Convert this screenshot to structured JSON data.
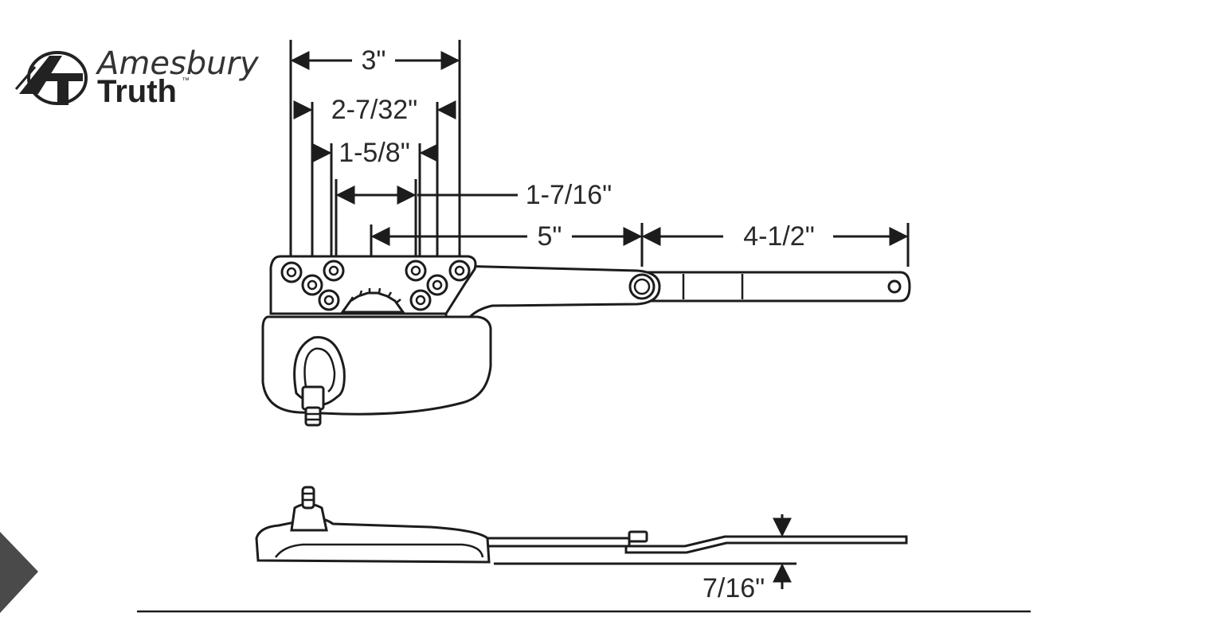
{
  "brand": {
    "line1": "Amesbury",
    "line2": "Truth",
    "trademark": "™"
  },
  "dimensions": {
    "overall_mount": "3\"",
    "outer_holes": "2-7/32\"",
    "inner_holes": "1-5/8\"",
    "gear_offset": "1-7/16\"",
    "main_arm": "5\"",
    "extension_arm": "4-1/2\"",
    "arm_height": "7/16\""
  },
  "colors": {
    "line": "#1c1c1c",
    "nav_arrow": "#4a4a4a",
    "background": "#ffffff"
  },
  "icons": {
    "logo": "amesbury-truth-logo-icon",
    "nav": "next-arrow-icon"
  }
}
